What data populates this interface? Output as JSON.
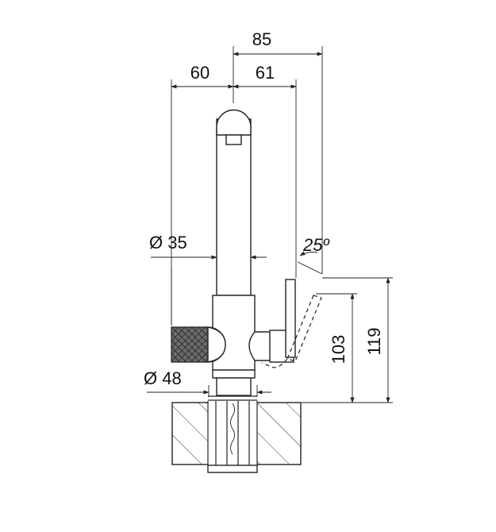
{
  "diagram": {
    "dimensions": {
      "top_span": "85",
      "left_reach": "60",
      "right_reach": "61",
      "spout_diameter": "Ø 35",
      "base_diameter": "Ø 48",
      "lever_angle": "25º",
      "height_103": "103",
      "height_119": "119"
    }
  }
}
